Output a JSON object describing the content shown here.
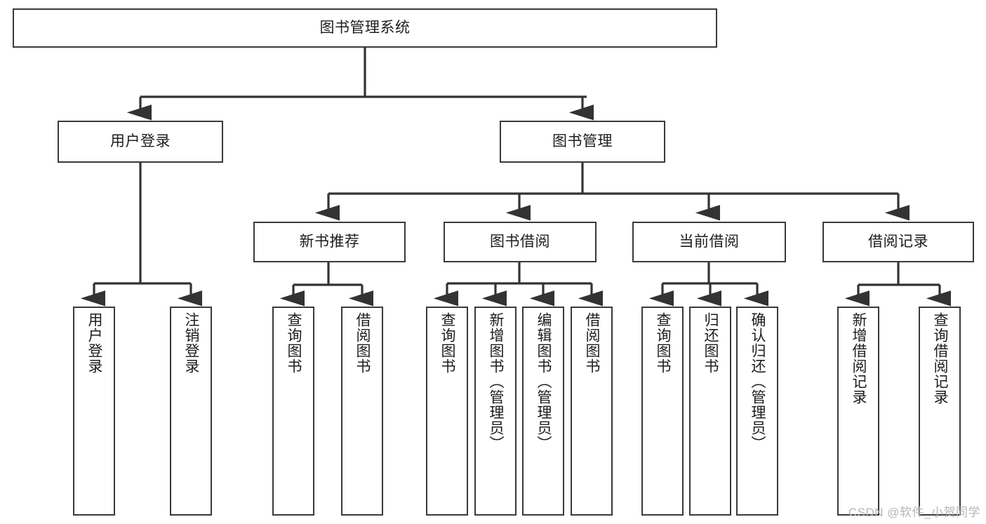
{
  "diagram": {
    "type": "tree-hierarchy",
    "title": "图书管理系统",
    "orientation": "top-down",
    "colors": {
      "box_border": "#3a3a3a",
      "box_fill": "#ffffff",
      "connector": "#333333",
      "text": "#1d1d1d",
      "watermark": "#b6b6b6",
      "background": "#ffffff"
    },
    "levels": {
      "root": {
        "label": "图书管理系统"
      },
      "level2": [
        {
          "id": "user-login",
          "label": "用户登录"
        },
        {
          "id": "book-manage",
          "label": "图书管理"
        }
      ],
      "level3": [
        {
          "id": "new-book-rec",
          "label": "新书推荐",
          "parent": "book-manage"
        },
        {
          "id": "book-borrow",
          "label": "图书借阅",
          "parent": "book-manage"
        },
        {
          "id": "current-borrow",
          "label": "当前借阅",
          "parent": "book-manage"
        },
        {
          "id": "borrow-record",
          "label": "借阅记录",
          "parent": "book-manage"
        }
      ],
      "leaves": [
        {
          "id": "leaf-user-login",
          "label": "用户登录",
          "parent": "user-login"
        },
        {
          "id": "leaf-logout",
          "label": "注销登录",
          "parent": "user-login"
        },
        {
          "id": "leaf-query-book-1",
          "label": "查询图书",
          "parent": "new-book-rec"
        },
        {
          "id": "leaf-borrow-book-1",
          "label": "借阅图书",
          "parent": "new-book-rec"
        },
        {
          "id": "leaf-query-book-2",
          "label": "查询图书",
          "parent": "book-borrow"
        },
        {
          "id": "leaf-add-book",
          "label": "新增图书（管理员）",
          "parent": "book-borrow"
        },
        {
          "id": "leaf-edit-book",
          "label": "编辑图书（管理员）",
          "parent": "book-borrow"
        },
        {
          "id": "leaf-borrow-book-2",
          "label": "借阅图书",
          "parent": "book-borrow"
        },
        {
          "id": "leaf-query-book-3",
          "label": "查询图书",
          "parent": "current-borrow"
        },
        {
          "id": "leaf-return-book",
          "label": "归还图书",
          "parent": "current-borrow"
        },
        {
          "id": "leaf-confirm-return",
          "label": "确认归还（管理员）",
          "parent": "current-borrow"
        },
        {
          "id": "leaf-add-record",
          "label": "新增借阅记录",
          "parent": "borrow-record"
        },
        {
          "id": "leaf-query-record",
          "label": "查询借阅记录",
          "parent": "borrow-record"
        }
      ]
    },
    "watermark": "CSDN @软件_小贺同学"
  }
}
